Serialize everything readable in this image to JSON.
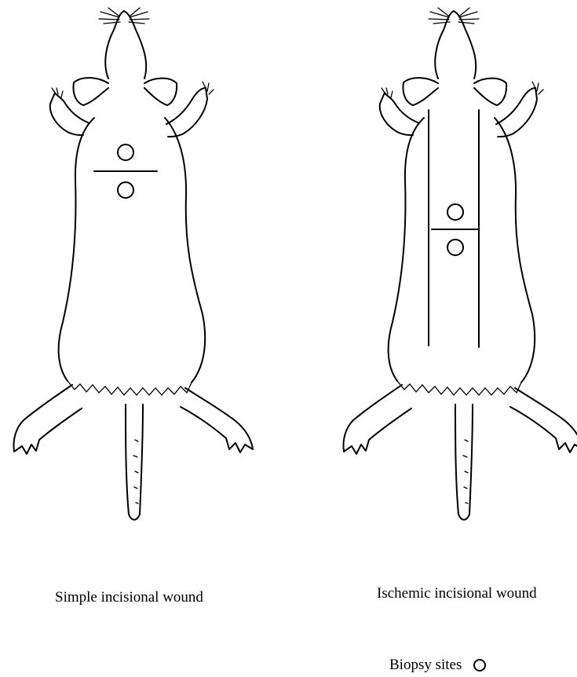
{
  "figure": {
    "panels": [
      {
        "caption": "Simple incisional wound"
      },
      {
        "caption": "Ischemic incisional wound"
      }
    ],
    "legend": {
      "label": "Biopsy sites",
      "icon": "circle-outline-icon"
    }
  }
}
